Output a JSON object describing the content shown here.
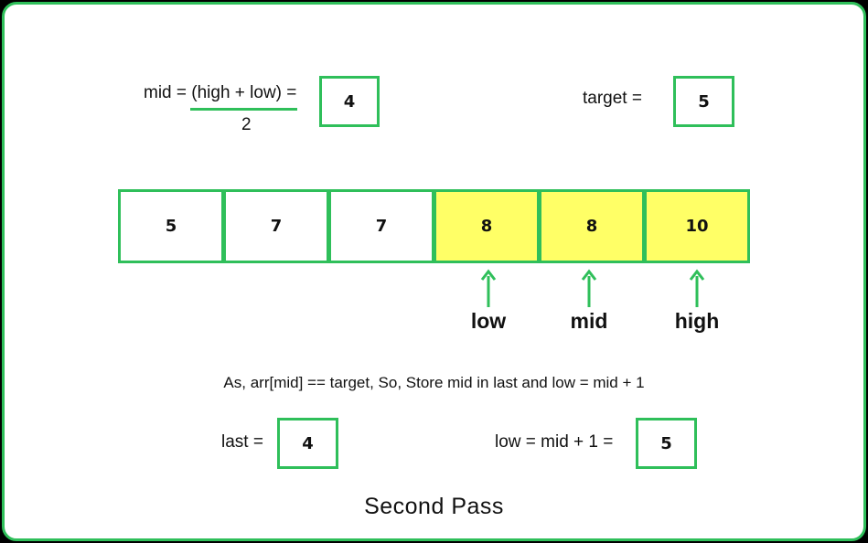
{
  "formula": {
    "left": "mid = (high + low) =",
    "denominator": "2",
    "result": "4"
  },
  "target": {
    "label": "target =",
    "value": "5"
  },
  "array": {
    "cells": [
      "5",
      "7",
      "7",
      "8",
      "8",
      "10"
    ],
    "highlighted": [
      3,
      4,
      5
    ]
  },
  "pointers": {
    "low": "low",
    "mid": "mid",
    "high": "high"
  },
  "note": "As, arr[mid] == target, So, Store mid in last and low = mid + 1",
  "last": {
    "label": "last =",
    "value": "4"
  },
  "low_update": {
    "label": "low = mid + 1 =",
    "value": "5"
  },
  "caption": "Second  Pass",
  "colors": {
    "accent": "#2fbf5a",
    "highlight": "#ffff66"
  }
}
